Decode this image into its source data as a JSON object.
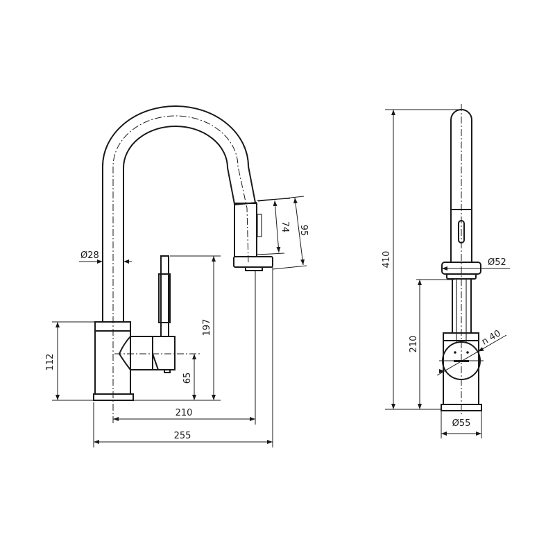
{
  "side_view": {
    "dim_pipe_diameter": "Ø28",
    "dim_base_height": "112",
    "dim_lever_axis_height": "65",
    "dim_lever_top_height": "197",
    "dim_spout_reach": "210",
    "dim_overall_depth": "255",
    "dim_head_length": "74",
    "dim_head_total_length": "95"
  },
  "front_view": {
    "dim_overall_height": "410",
    "dim_outlet_height": "210",
    "dim_head_diameter": "Ø52",
    "dim_handle_diameter": "n 40",
    "dim_base_diameter": "Ø55"
  }
}
